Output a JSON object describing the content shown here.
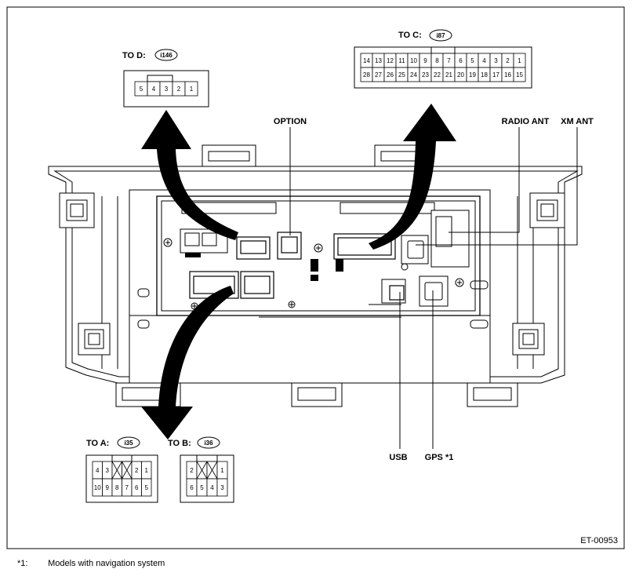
{
  "figure_id": "ET-00953",
  "labels": {
    "option": "OPTION",
    "radio_ant": "RADIO ANT",
    "xm_ant": "XM ANT",
    "usb": "USB",
    "gps": "GPS *1"
  },
  "connectors": {
    "d": {
      "prefix": "TO D:",
      "code": "i146",
      "rows": [
        [
          "5",
          "4",
          "3",
          "2",
          "1"
        ]
      ]
    },
    "c": {
      "prefix": "TO C:",
      "code": "i87",
      "rows": [
        [
          "14",
          "13",
          "12",
          "11",
          "10",
          "9",
          "8",
          "7",
          "6",
          "5",
          "4",
          "3",
          "2",
          "1"
        ],
        [
          "28",
          "27",
          "26",
          "25",
          "24",
          "23",
          "22",
          "21",
          "20",
          "19",
          "18",
          "17",
          "16",
          "15"
        ]
      ]
    },
    "a": {
      "prefix": "TO A:",
      "code": "i35",
      "rows": [
        [
          "4",
          "3",
          "",
          "",
          "2",
          "1"
        ],
        [
          "10",
          "9",
          "8",
          "7",
          "6",
          "5"
        ]
      ]
    },
    "b": {
      "prefix": "TO B:",
      "code": "i36",
      "rows": [
        [
          "2",
          "",
          "",
          "1"
        ],
        [
          "6",
          "5",
          "4",
          "3"
        ]
      ]
    }
  },
  "footnote": {
    "marker": "*1:",
    "text": "Models with navigation system"
  }
}
